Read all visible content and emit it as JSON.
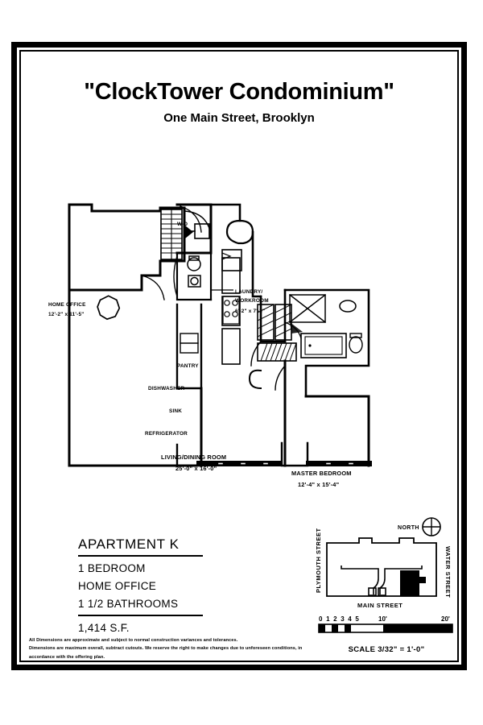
{
  "document": {
    "title": "\"ClockTower Condominium\"",
    "subtitle": "One Main Street, Brooklyn"
  },
  "apartment": {
    "name": "APARTMENT K",
    "features": [
      "1 BEDROOM",
      "HOME OFFICE",
      "1 1/2 BATHROOMS"
    ],
    "area": "1,414 S.F."
  },
  "rooms": [
    {
      "id": "home-office",
      "name": "HOME OFFICE",
      "dimensions": "12'-2\" x 11'-5\""
    },
    {
      "id": "laundry",
      "name": "LAUNDRY/",
      "name2": "WORKROOM",
      "dimensions": "6'-2\"  x  7'-3\""
    },
    {
      "id": "living-dining",
      "name": "LIVING/DINING ROOM",
      "dimensions": "25'-0\"  x  16'-0\""
    },
    {
      "id": "master-bedroom",
      "name": "MASTER BEDROOM",
      "dimensions": "12'-4\"  x  15'-4\""
    }
  ],
  "fixtures": {
    "washer_dryer": "W-D",
    "pantry": "PANTRY",
    "dishwasher": "DISHWASHER",
    "sink": "SINK",
    "refrigerator": "REFRIGERATOR"
  },
  "keymap": {
    "north": "NORTH",
    "street_left": "PLYMOUTH STREET",
    "street_right": "WATER STREET",
    "street_bottom": "MAIN STREET"
  },
  "scale": {
    "ticks": "0 1 2 3 4 5",
    "mid": "10'",
    "end": "20'",
    "caption": "SCALE 3/32\" = 1'-0\""
  },
  "disclaimer": {
    "line1": "All Dimensions are approximate and subject to normal construction variances and tolerances.",
    "line2": "Dimensions are maximum overall, subtract cutouts.   We reserve the right to make changes due to unforeseen conditions, in accordance with the offering plan."
  },
  "colors": {
    "ink": "#000000",
    "paper": "#ffffff"
  }
}
